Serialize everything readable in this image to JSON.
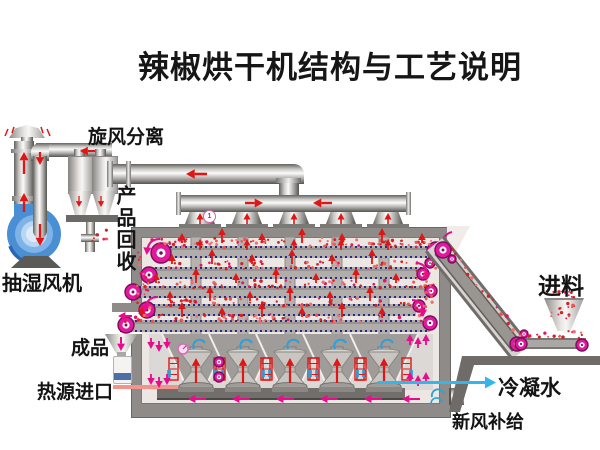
{
  "title": "辣椒烘干机结构与工艺说明",
  "labels": {
    "cyclone_separator": "旋风分离",
    "product_recovery": "产品回收",
    "dehumidifier_fan": "抽湿风机",
    "finished_product": "成品",
    "heat_source_inlet": "热源进口",
    "feed_inlet": "进料",
    "condensate_water": "冷凝水",
    "fresh_air_supply": "新风补给",
    "hood_badge": "1"
  },
  "colors": {
    "hot_air_arrow": "#de1616",
    "material_flow_arrow": "#e80c8c",
    "condensate_line": "#33b6ea",
    "heat_source_line": "#f4938c",
    "fan_body": "#4a8fd4",
    "roller": "#e318a0",
    "belt_chain_dots": "#2a2a80",
    "dryer_wall": "#8e8b88",
    "dryer_interior": "#ece7e3"
  }
}
